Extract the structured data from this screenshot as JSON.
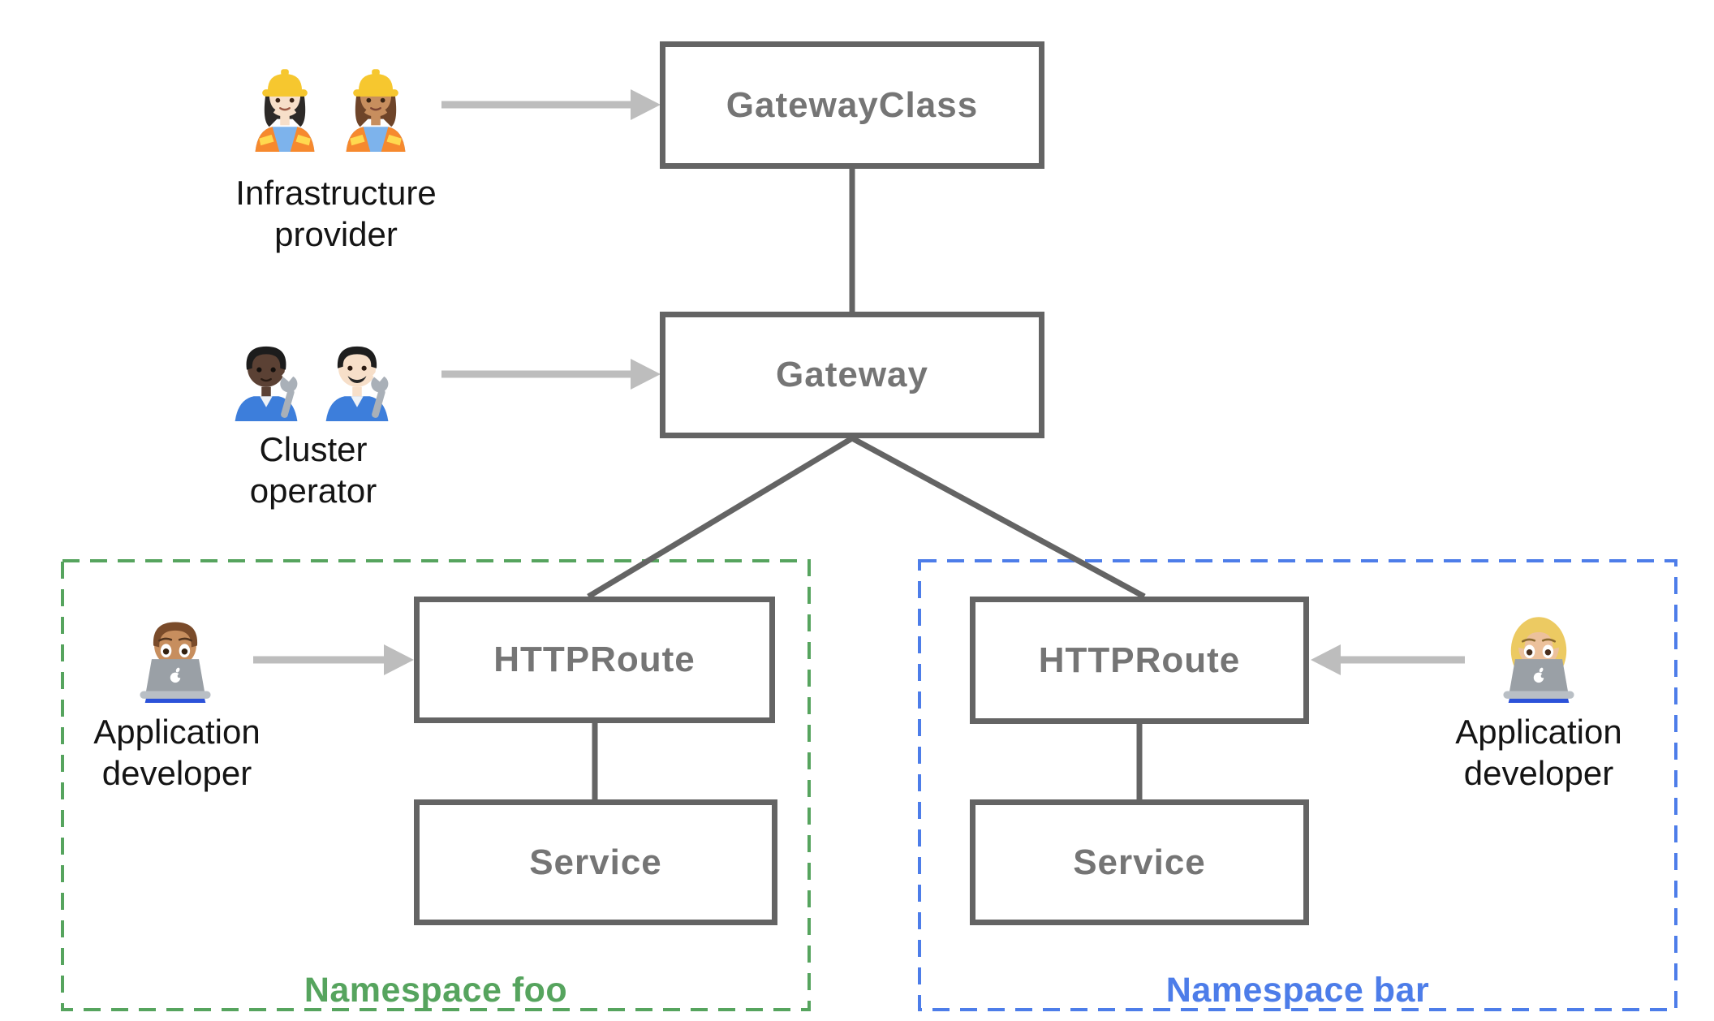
{
  "diagram": {
    "nodes": [
      {
        "id": "gatewayclass",
        "label": "GatewayClass"
      },
      {
        "id": "gateway",
        "label": "Gateway"
      },
      {
        "id": "httproute-foo",
        "label": "HTTPRoute"
      },
      {
        "id": "service-foo",
        "label": "Service"
      },
      {
        "id": "httproute-bar",
        "label": "HTTPRoute"
      },
      {
        "id": "service-bar",
        "label": "Service"
      }
    ],
    "personas": [
      {
        "id": "infrastructure-provider",
        "lines": [
          "Infrastructure",
          "provider"
        ],
        "icons": [
          {
            "name": "woman-construction-worker-light-icon",
            "emoji": "👷🏻‍♀️"
          },
          {
            "name": "woman-construction-worker-medium-icon",
            "emoji": "👷🏽‍♀️"
          }
        ]
      },
      {
        "id": "cluster-operator",
        "lines": [
          "Cluster",
          "operator"
        ],
        "icons": [
          {
            "name": "mechanic-dark-icon",
            "emoji": "🧑🏿‍🔧"
          },
          {
            "name": "man-mechanic-light-icon",
            "emoji": "👨🏻‍🔧"
          }
        ]
      },
      {
        "id": "application-developer-foo",
        "lines": [
          "Application",
          "developer"
        ],
        "icons": [
          {
            "name": "man-technologist-icon",
            "emoji": "👨🏽‍💻"
          }
        ]
      },
      {
        "id": "application-developer-bar",
        "lines": [
          "Application",
          "developer"
        ],
        "icons": [
          {
            "name": "woman-technologist-icon",
            "emoji": "👩🏼‍💻"
          }
        ]
      }
    ],
    "namespaces": [
      {
        "id": "namespace-foo",
        "label": "Namespace foo",
        "color": "#56a45e"
      },
      {
        "id": "namespace-bar",
        "label": "Namespace bar",
        "color": "#4d7de9"
      }
    ],
    "colors": {
      "box_border": "#646464",
      "box_text": "#757575",
      "connector": "#646464",
      "arrow": "#bdbdbd",
      "persona_text": "#141414"
    }
  }
}
